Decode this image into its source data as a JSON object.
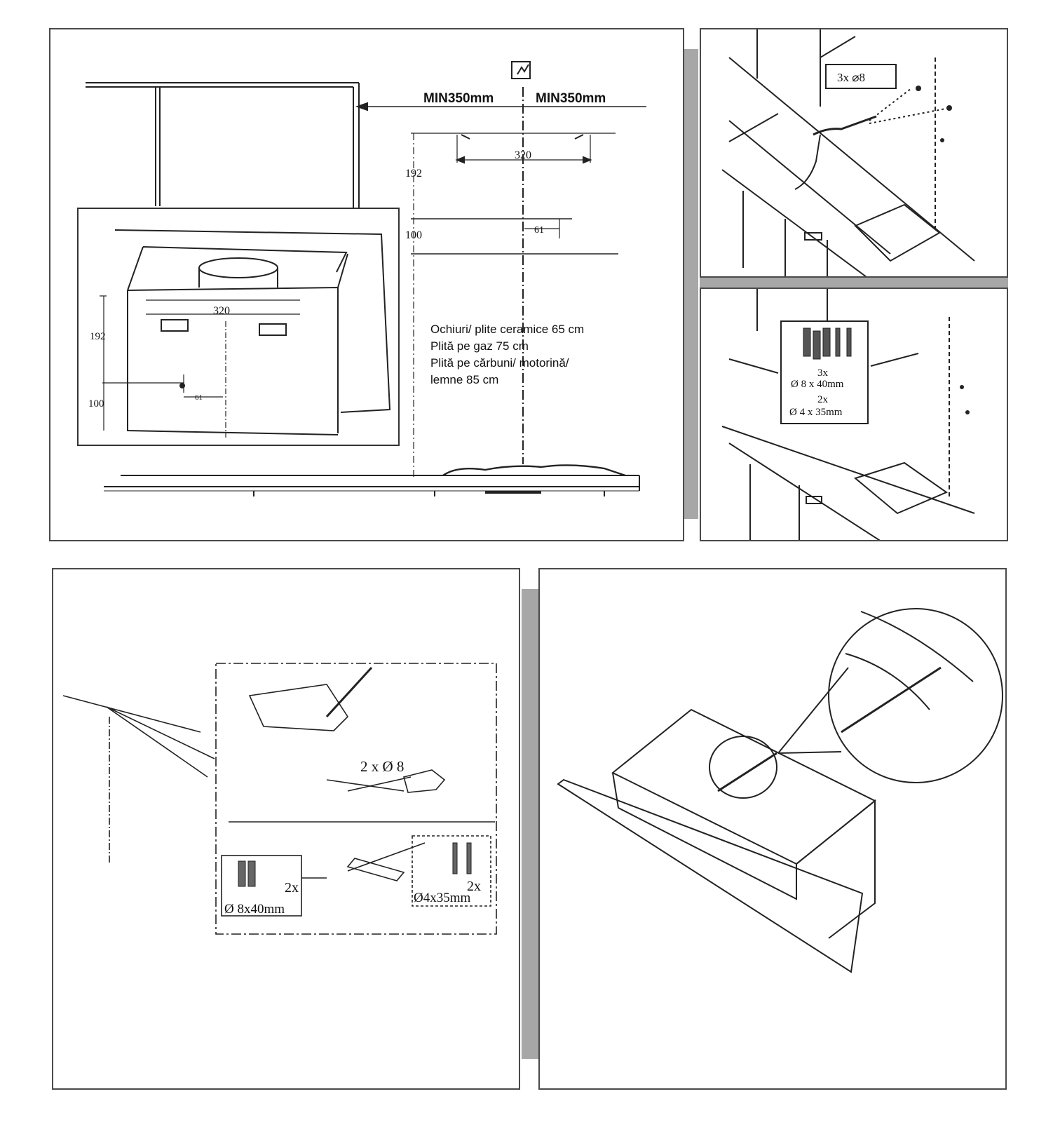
{
  "symbols": {
    "electric_outlet": "electric-outlet-icon"
  },
  "panel_main": {
    "min_left": "MIN350mm",
    "min_right": "MIN350mm",
    "dim_width": "320",
    "dim_192": "192",
    "dim_100": "100",
    "dim_61": "61",
    "inset_dim_320": "320",
    "inset_dim_192": "192",
    "inset_dim_100": "100",
    "inset_dim_61": "61",
    "notes": [
      "Ochiuri/ plite ceramice 65 cm",
      "Plită pe gaz 75 cm",
      "Plită pe cărbuni/ motorină/",
      "lemne 85 cm"
    ]
  },
  "panel_drill": {
    "label": "3x ⌀8"
  },
  "panel_plugs": {
    "count_1": "3x",
    "size_1": "Ø 8 x 40mm",
    "count_2": "2x",
    "size_2": "Ø 4 x 35mm"
  },
  "panel_brackets": {
    "drill_label": "2 x Ø 8",
    "plug_count": "2x",
    "plug_size": "Ø 8x40mm",
    "screw_count": "2x",
    "screw_size": "Ø4x35mm"
  }
}
